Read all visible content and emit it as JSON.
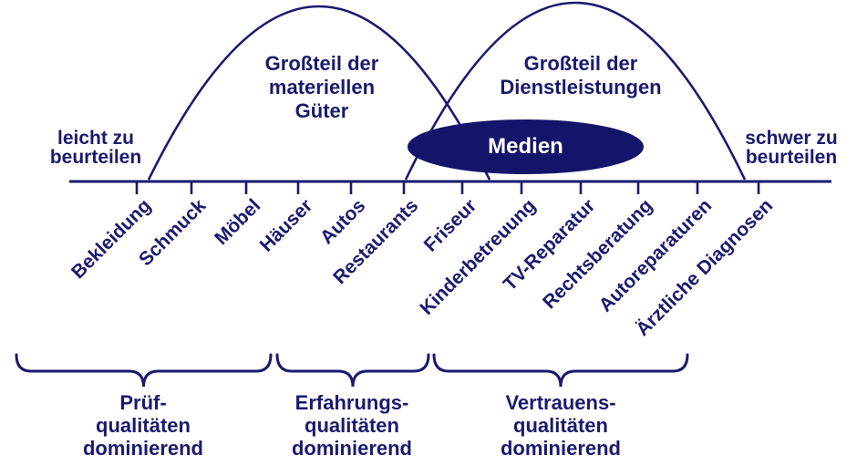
{
  "colors": {
    "navy": "#1a1a6e",
    "ellipse_fill": "#14146b",
    "ellipse_text": "#ffffff",
    "background": "#ffffff"
  },
  "edges": {
    "left": {
      "line1": "leicht zu",
      "line2": "beurteilen"
    },
    "right": {
      "line1": "schwer zu",
      "line2": "beurteilen"
    }
  },
  "curves": {
    "left": {
      "line1": "Großteil der",
      "line2": "materiellen",
      "line3": "Güter"
    },
    "right": {
      "line1": "Großteil der",
      "line2": "Dienstleistungen"
    }
  },
  "ellipse": {
    "label": "Medien"
  },
  "axis": {
    "items": [
      "Bekleidung",
      "Schmuck",
      "Möbel",
      "Häuser",
      "Autos",
      "Restaurants",
      "Friseur",
      "Kinderbetreuung",
      "TV-Reparatur",
      "Rechtsberatung",
      "Autoreparaturen",
      "Ärztliche Diagnosen"
    ]
  },
  "groups": {
    "g1": {
      "line1": "Prüf-",
      "line2": "qualitäten",
      "line3": "dominierend"
    },
    "g2": {
      "line1": "Erfahrungs-",
      "line2": "qualitäten",
      "line3": "dominierend"
    },
    "g3": {
      "line1": "Vertrauens-",
      "line2": "qualitäten",
      "line3": "dominierend"
    }
  }
}
